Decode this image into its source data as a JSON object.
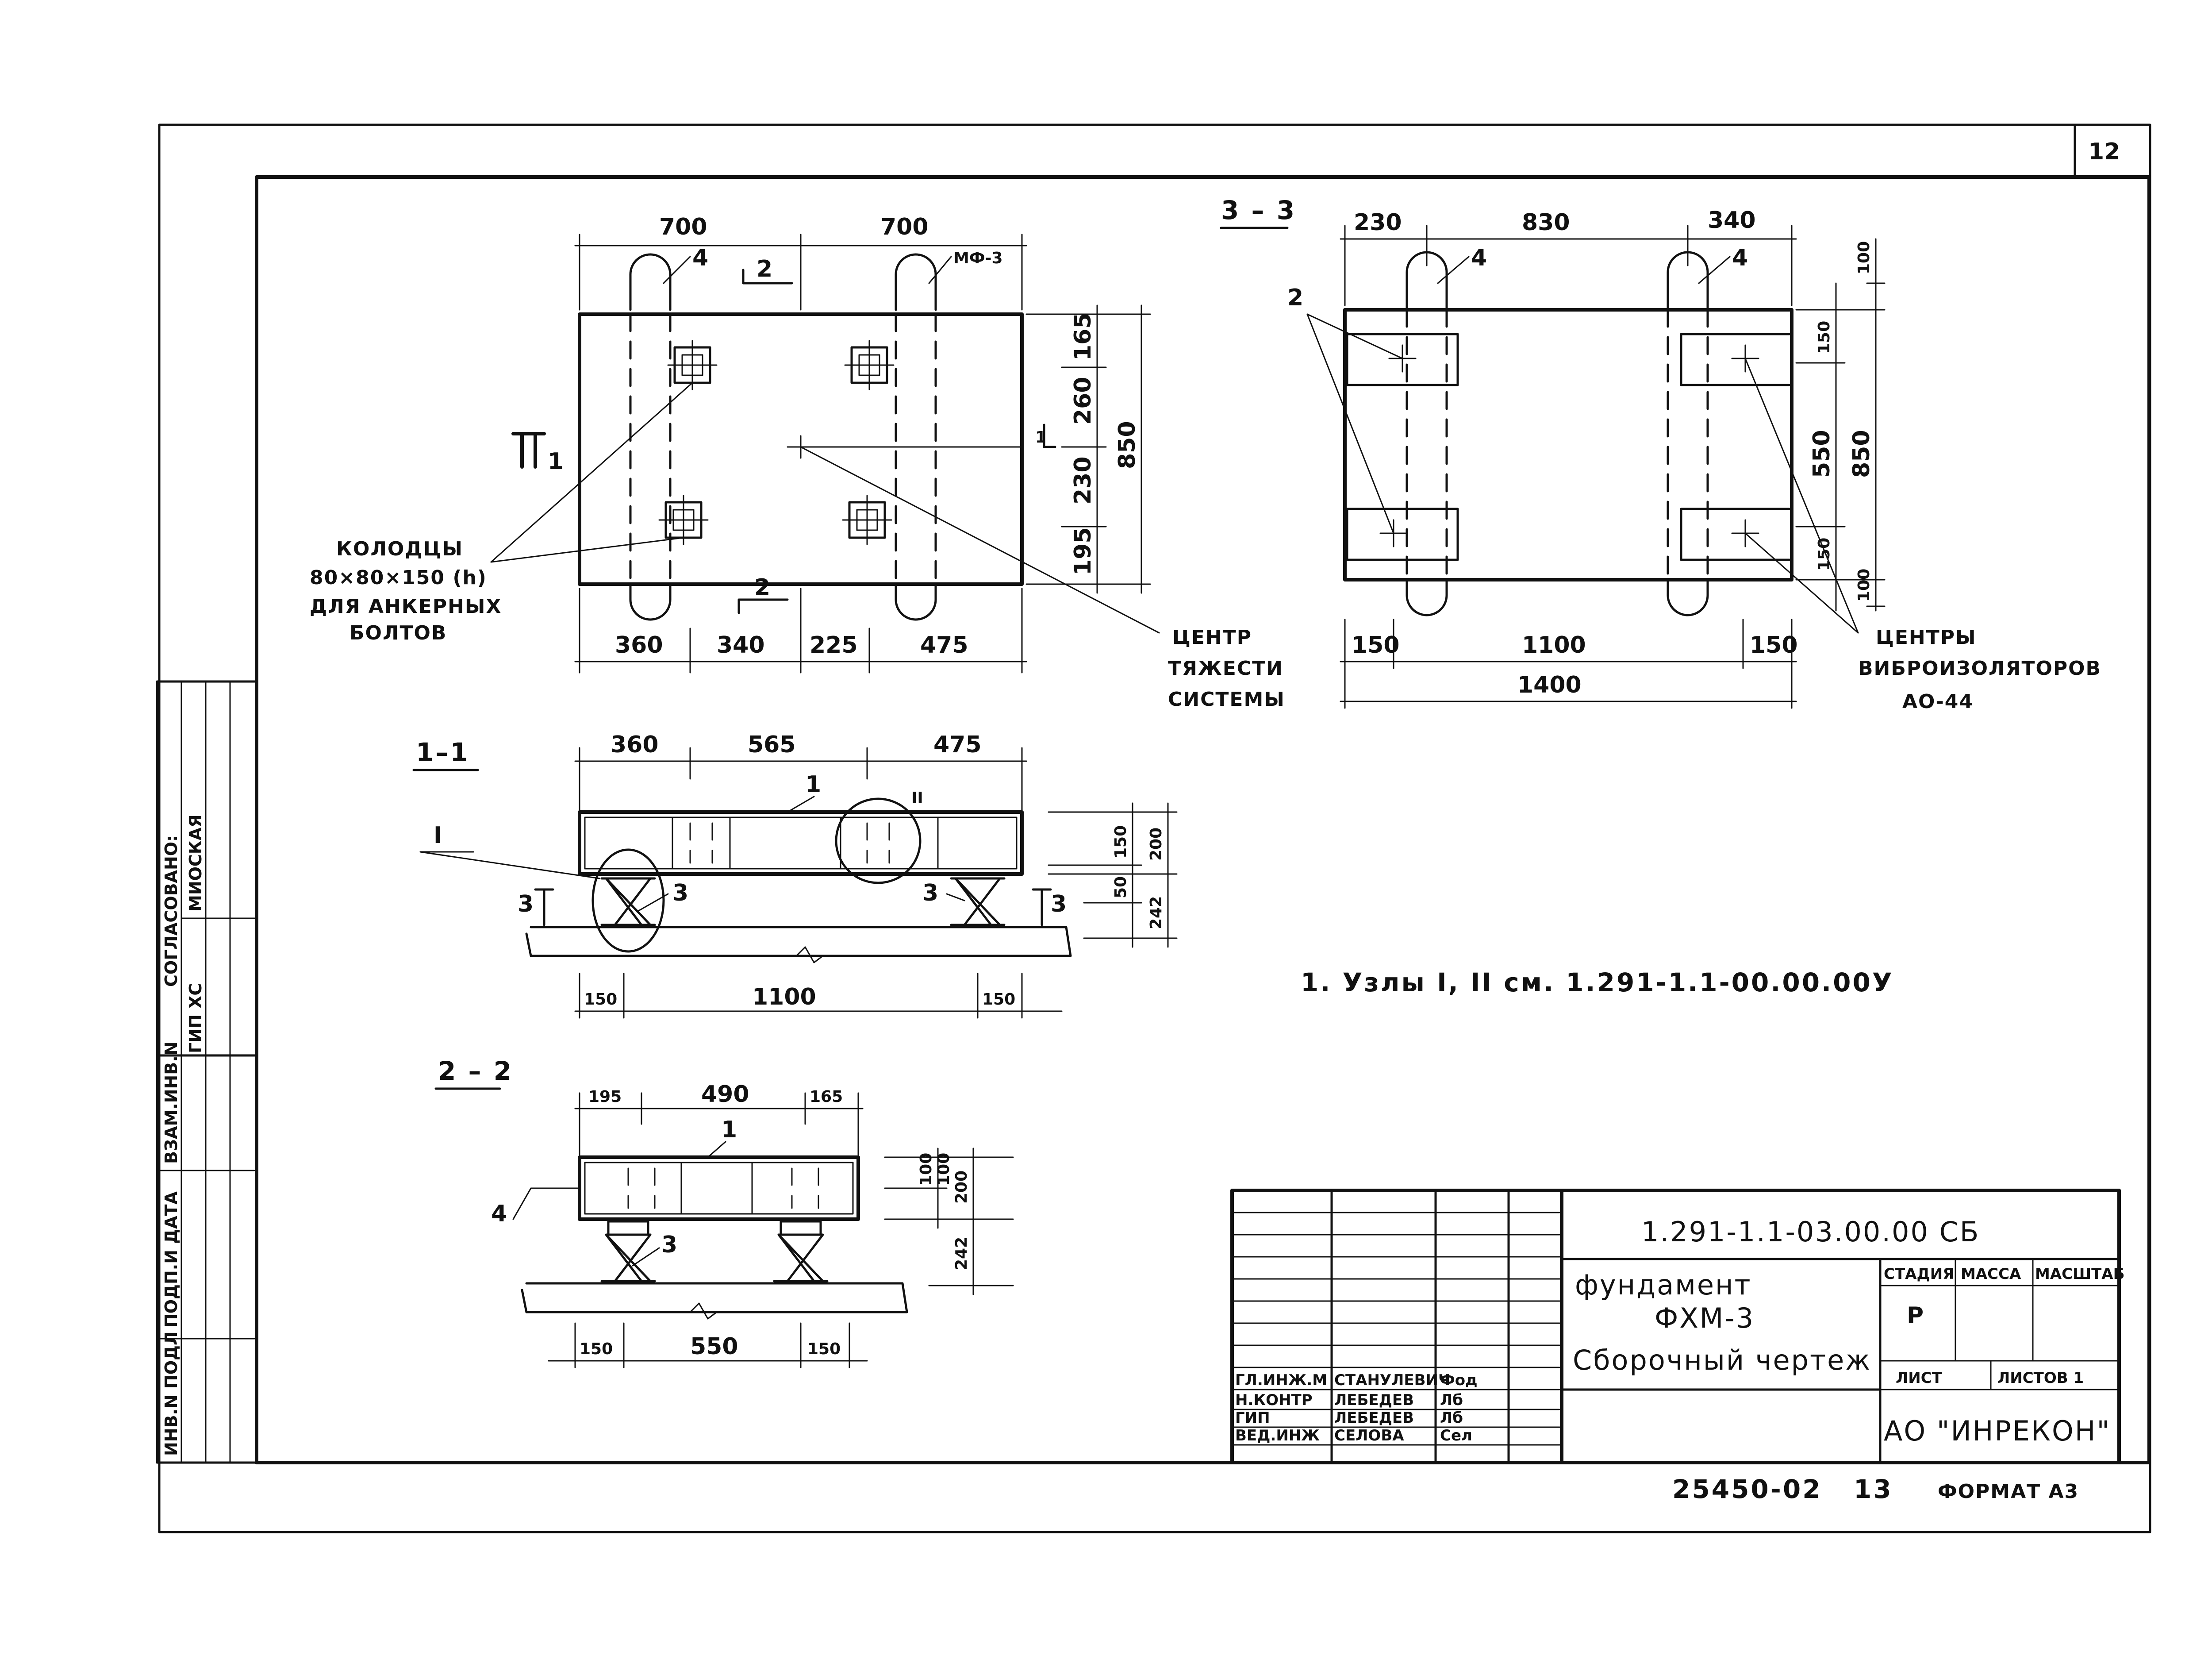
{
  "sheet": {
    "sheet_number": "12",
    "drawing_number": "1.291-1.1-03.00.00 СБ",
    "title_line1": "фундамент",
    "title_line2": "ФХМ-3",
    "title_line3": "Сборочный чертеж",
    "stage_header": "СТАДИЯ",
    "mass_header": "МАССА",
    "scale_header": "МАСШТАБ",
    "stage_value": "Р",
    "sheet_label": "ЛИСТ",
    "sheets_label": "ЛИСТОВ 1",
    "company": "АО \"ИНРЕКОН\"",
    "archive_number": "25450-02",
    "archive_page": "13",
    "format": "ФОРМАТ А3"
  },
  "signatures": [
    {
      "role": "ГЛ.ИНЖ.М",
      "name": "СТАНУЛЕВИЧ",
      "sign": "Фод"
    },
    {
      "role": "Н.КОНТР",
      "name": "ЛЕБЕДЕВ",
      "sign": "Лб"
    },
    {
      "role": "ГИП",
      "name": "ЛЕБЕДЕВ",
      "sign": "Лб"
    },
    {
      "role": "ВЕД.ИНЖ",
      "name": "СЕЛОВА",
      "sign": "Сел"
    }
  ],
  "side_stamp": {
    "agreed": "СОГЛАСОВАНО:",
    "gip": "ГИП ХС",
    "name": "МИОСКАЯ",
    "inv_podl": "ИНВ.N ПОДЛ",
    "podp_data": "ПОДП.И ДАТА",
    "vzam_inv": "ВЗАМ.ИНВ.N"
  },
  "plan": {
    "dim_top": [
      "700",
      "700"
    ],
    "dim_bottom": [
      "360",
      "340",
      "225",
      "475"
    ],
    "dim_right": [
      "165",
      "260",
      "230",
      "195"
    ],
    "dim_total": "850",
    "mark": "МФ-3",
    "pos4": "4",
    "section_2": "2",
    "section_1": "1",
    "wells_title": "КОЛОДЦЫ",
    "wells_size": "80×80×150 (h)",
    "wells_purpose1": "ДЛЯ АНКЕРНЫХ",
    "wells_purpose2": "БОЛТОВ",
    "cg1": "ЦЕНТР",
    "cg2": "ТЯЖЕСТИ",
    "cg3": "СИСТЕМЫ"
  },
  "view33": {
    "title": "3 – 3",
    "dim_top": [
      "230",
      "830",
      "340"
    ],
    "dim_bottom": [
      "150",
      "1100",
      "150"
    ],
    "dim_total": "1400",
    "dim_right_inner": [
      "150",
      "550",
      "150"
    ],
    "dim_right_outer": [
      "100",
      "850",
      "100"
    ],
    "pos2": "2",
    "pos4": "4",
    "centers1": "ЦЕНТРЫ",
    "centers2": "ВИБРОИЗОЛЯТОРОВ",
    "centers3": "АО-44"
  },
  "section11": {
    "title": "1–1",
    "node1": "I",
    "node2": "II",
    "dim_top": [
      "360",
      "565",
      "475"
    ],
    "dim_right": [
      "150",
      "200",
      "50",
      "242"
    ],
    "dim_bottom": [
      "150",
      "1100",
      "150"
    ],
    "pos1": "1",
    "pos3": "3"
  },
  "section22": {
    "title": "2 – 2",
    "dim_top": [
      "195",
      "490",
      "165"
    ],
    "dim_right": [
      "100",
      "100",
      "200",
      "242"
    ],
    "dim_bottom": [
      "150",
      "550",
      "150"
    ],
    "pos1": "1",
    "pos3": "3",
    "pos4": "4"
  },
  "note": "1. Узлы I, II см. 1.291-1.1-00.00.00У"
}
